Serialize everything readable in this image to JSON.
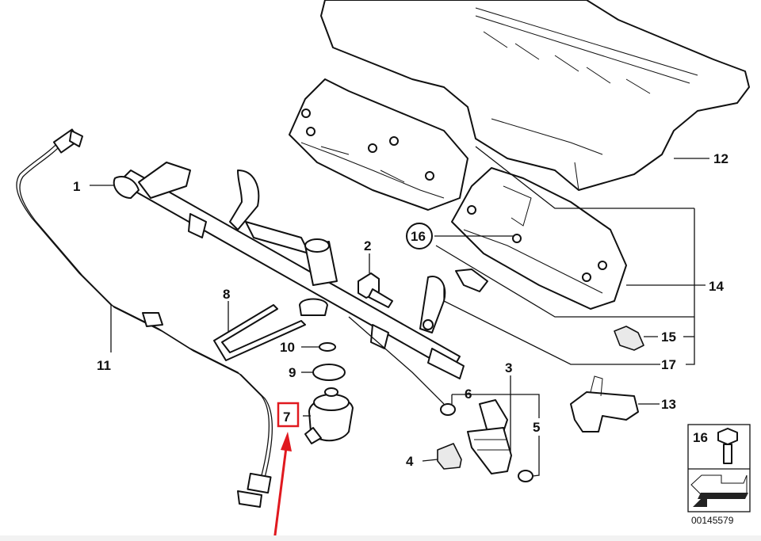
{
  "diagram": {
    "callouts": [
      {
        "id": "c1",
        "label": "1"
      },
      {
        "id": "c2",
        "label": "2"
      },
      {
        "id": "c3",
        "label": "3"
      },
      {
        "id": "c4",
        "label": "4"
      },
      {
        "id": "c5",
        "label": "5"
      },
      {
        "id": "c6",
        "label": "6"
      },
      {
        "id": "c7",
        "label": "7"
      },
      {
        "id": "c8",
        "label": "8"
      },
      {
        "id": "c9",
        "label": "9"
      },
      {
        "id": "c10",
        "label": "10"
      },
      {
        "id": "c11",
        "label": "11"
      },
      {
        "id": "c12",
        "label": "12"
      },
      {
        "id": "c13",
        "label": "13"
      },
      {
        "id": "c14",
        "label": "14"
      },
      {
        "id": "c15",
        "label": "15"
      },
      {
        "id": "c16",
        "label": "16"
      },
      {
        "id": "c17",
        "label": "17"
      }
    ],
    "legend_box": {
      "label": "16"
    },
    "diagram_id": "00145579",
    "highlight": {
      "label": "7",
      "color": "#e0191f"
    },
    "arrow_color": "#e0191f"
  }
}
